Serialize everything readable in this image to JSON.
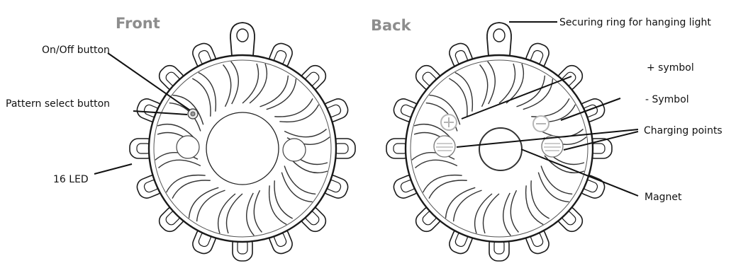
{
  "views": {
    "front_title": "Front",
    "back_title": "Back"
  },
  "labels": {
    "on_off_button": "On/Off button",
    "pattern_select_button": "Pattern select button",
    "led_count": "16 LED",
    "securing_ring": "Securing ring for hanging light",
    "plus_symbol": "+ symbol",
    "minus_symbol": "- Symbol",
    "charging_points": "Charging points",
    "magnet": "Magnet"
  },
  "colors": {
    "outline": "#1a1a1a",
    "title": "#8d8d8d",
    "symbol": "#b5b5b5"
  }
}
